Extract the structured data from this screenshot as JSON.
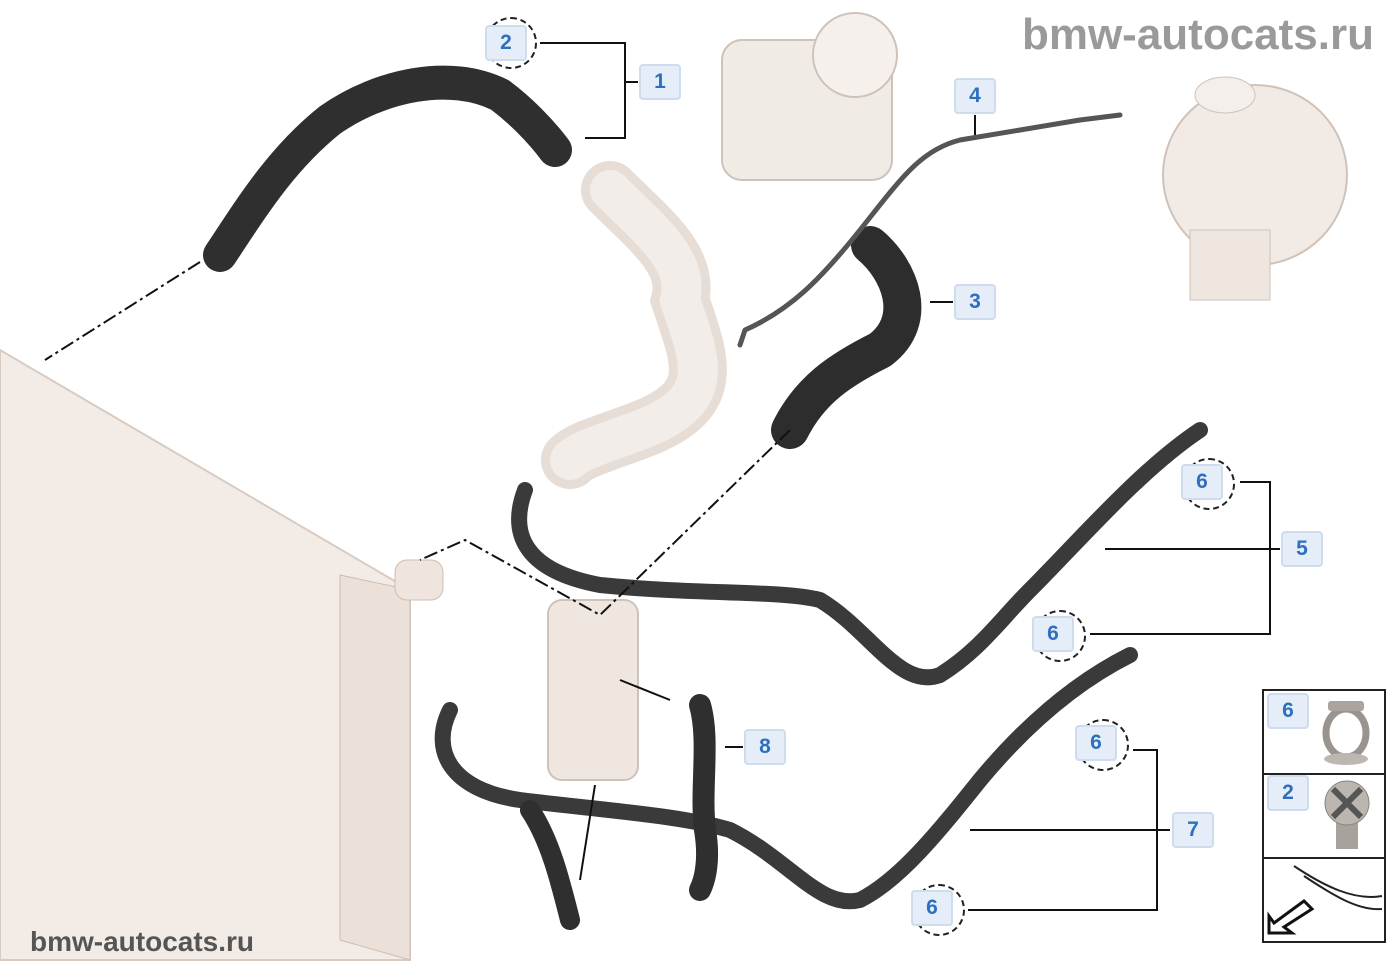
{
  "watermark": {
    "top": "bmw-autocats.ru",
    "bottom": "bmw-autocats.ru"
  },
  "callouts": {
    "p1": "1",
    "p2": "2",
    "p3": "3",
    "p4": "4",
    "p5": "5",
    "p6a": "6",
    "p6b": "6",
    "p6c": "6",
    "p6d": "6",
    "p7": "7",
    "p8": "8"
  },
  "legend": {
    "item1": "6",
    "item2": "2"
  },
  "colors": {
    "label_text": "#2f6fbf",
    "label_bg": "#e4edf8",
    "hose": "#3a3a3a"
  }
}
